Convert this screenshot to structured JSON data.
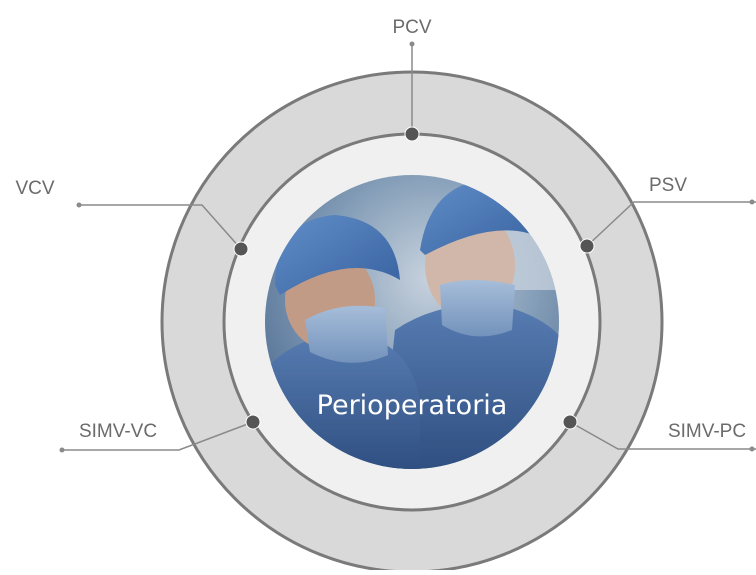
{
  "diagram": {
    "center": {
      "label": "Perioperatoria",
      "image": "surgeons-photo"
    },
    "modes": [
      {
        "label": "PCV",
        "position": "top"
      },
      {
        "label": "PSV",
        "position": "upper-right"
      },
      {
        "label": "SIMV-PC",
        "position": "lower-right"
      },
      {
        "label": "SIMV-VC",
        "position": "lower-left"
      },
      {
        "label": "VCV",
        "position": "upper-left"
      }
    ],
    "colors": {
      "outer_ring": "#d9d9d9",
      "inner_ring": "#f0f0f0",
      "ring_stroke": "#7a7a7a",
      "connector": "#8a8a8a",
      "node": "#555555",
      "label": "#6b6b6b",
      "center_text": "#ffffff"
    }
  }
}
